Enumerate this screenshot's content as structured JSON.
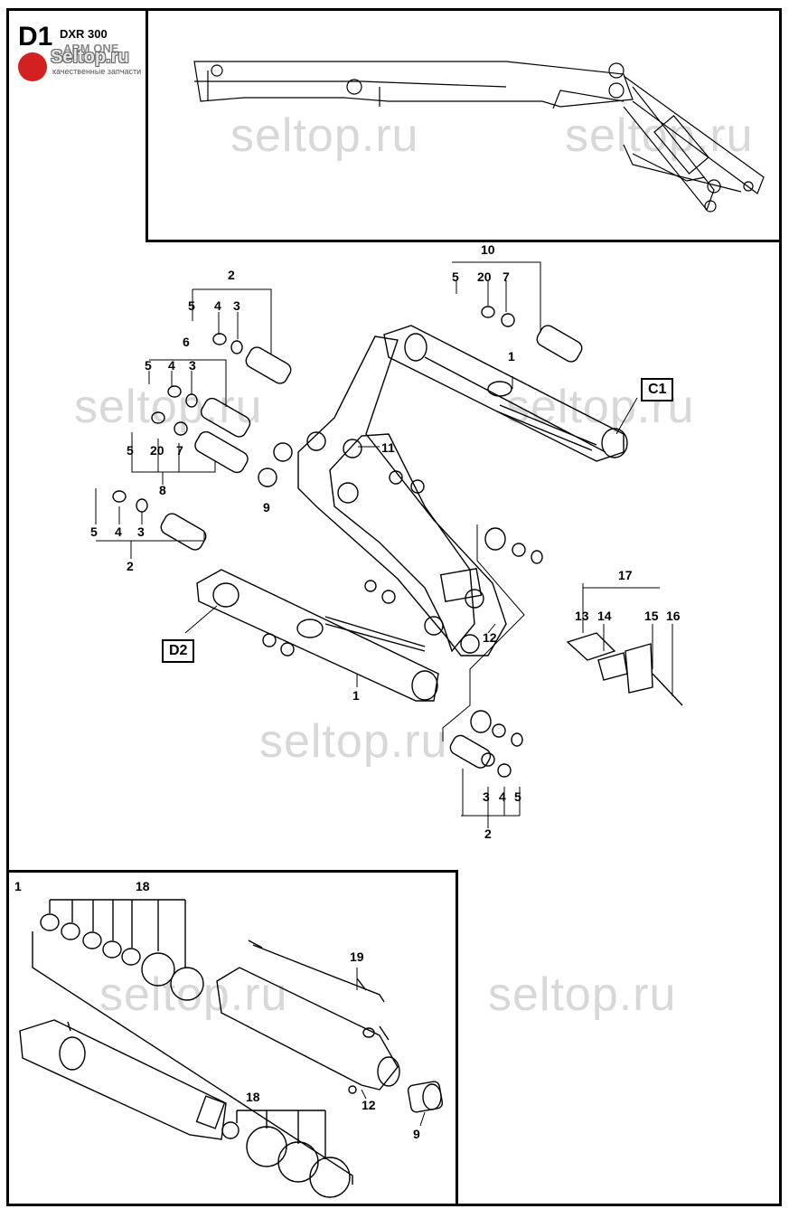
{
  "header": {
    "section_code": "D1",
    "model": "DXR 300",
    "subtitle": "ARM ONE",
    "logo_text": "Seltop.ru",
    "logo_tagline": "качественные запчасти"
  },
  "watermark": "seltop.ru",
  "callouts": {
    "c1": "C1",
    "d2": "D2"
  },
  "main_labels": {
    "n2_top": "2",
    "n5_a": "5",
    "n4_a": "4",
    "n3_a": "3",
    "n10": "10",
    "n5_b": "5",
    "n20_b": "20",
    "n7_b": "7",
    "n1_top": "1",
    "n6": "6",
    "n5_c": "5",
    "n4_c": "4",
    "n3_c": "3",
    "n5_d": "5",
    "n20_d": "20",
    "n7_d": "7",
    "n8": "8",
    "n9": "9",
    "n11": "11",
    "n5_e": "5",
    "n4_e": "4",
    "n3_e": "3",
    "n2_left": "2",
    "n17": "17",
    "n13": "13",
    "n14": "14",
    "n15": "15",
    "n16": "16",
    "n12": "12",
    "n1_mid": "1",
    "n3_f": "3",
    "n4_f": "4",
    "n5_f": "5",
    "n2_bottom": "2"
  },
  "detail": {
    "index": "1",
    "n18_top": "18",
    "n19": "19",
    "n12": "12",
    "n9": "9",
    "n18_bottom": "18"
  }
}
